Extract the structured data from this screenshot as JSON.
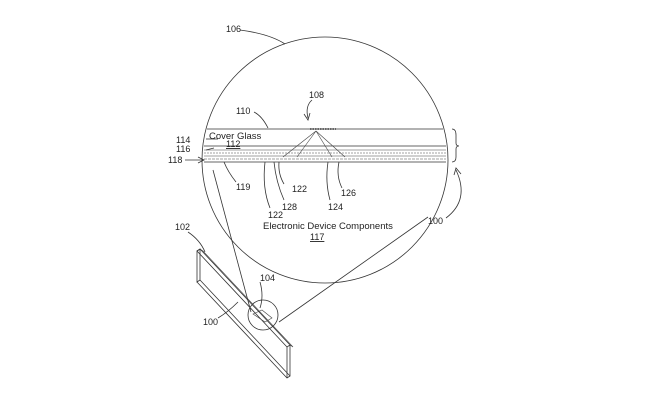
{
  "refs": {
    "r106": "106",
    "r108": "108",
    "r110": "110",
    "r114": "114",
    "r116": "116",
    "r118": "118",
    "r119": "119",
    "r122a": "122",
    "r122b": "122",
    "r124": "124",
    "r126": "126",
    "r128": "128",
    "r100_right": "100",
    "r102": "102",
    "r104": "104",
    "r100_left": "100",
    "r112": "112",
    "r117": "117"
  },
  "labels": {
    "cover_glass": "Cover Glass",
    "electronic_components": "Electronic Device Components"
  }
}
